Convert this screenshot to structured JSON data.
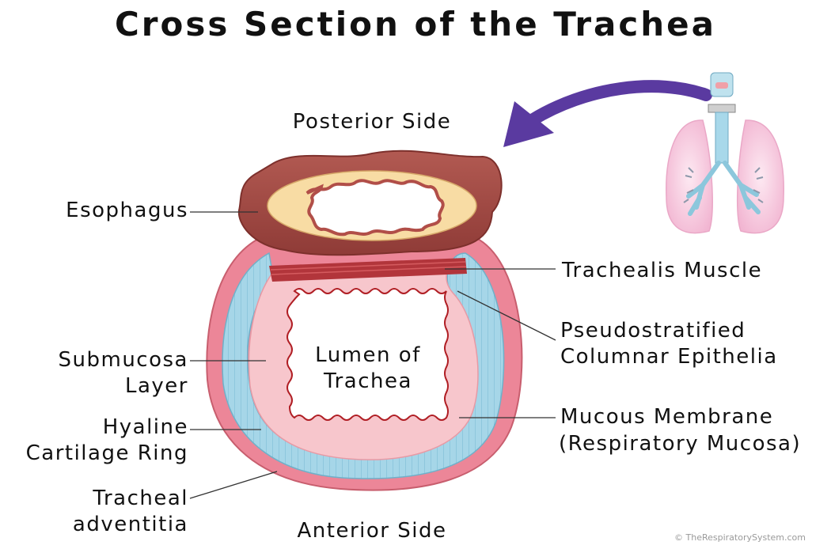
{
  "title": "Cross Section of the Trachea",
  "labels": {
    "posterior": "Posterior Side",
    "anterior": "Anterior Side",
    "esophagus": "Esophagus",
    "trachealis_muscle": "Trachealis Muscle",
    "pseudostratified_1": "Pseudostratified",
    "pseudostratified_2": "Columnar Epithelia",
    "lumen_1": "Lumen of",
    "lumen_2": "Trachea",
    "submucosa_1": "Submucosa",
    "submucosa_2": "Layer",
    "hyaline_1": "Hyaline",
    "hyaline_2": "Cartilage Ring",
    "mucous_1": "Mucous Membrane",
    "mucous_2": "(Respiratory Mucosa)",
    "adventitia_1": "Tracheal",
    "adventitia_2": "adventitia"
  },
  "copyright": "© TheRespiratorySystem.com",
  "colors": {
    "esophagus_wall": "#a8504a",
    "esophagus_inner": "#f7dca6",
    "adventitia": "#e97f8f",
    "cartilage": "#9fd3e6",
    "mucosa": "#f7c3c9",
    "muscle": "#b2353b",
    "epithelium_line": "#b01e24",
    "arrow": "#5a3aa0",
    "lung": "#f4bcd8"
  }
}
